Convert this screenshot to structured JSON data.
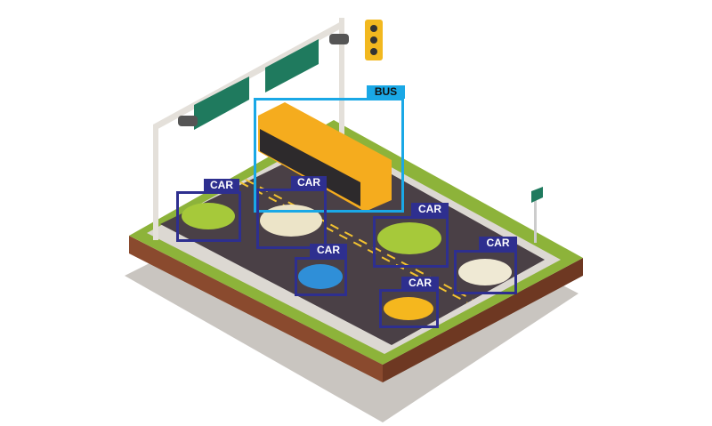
{
  "colors": {
    "car_box": "#2e2f8f",
    "bus_box": "#1aa8e6",
    "road": "#4a4046",
    "grass": "#8db33a",
    "soil": "#8a4a2e"
  },
  "detections": [
    {
      "label": "BUS",
      "class": "bus"
    },
    {
      "label": "CAR",
      "class": "car"
    },
    {
      "label": "CAR",
      "class": "car"
    },
    {
      "label": "CAR",
      "class": "car"
    },
    {
      "label": "CAR",
      "class": "car"
    },
    {
      "label": "CAR",
      "class": "car"
    },
    {
      "label": "CAR",
      "class": "car"
    }
  ]
}
